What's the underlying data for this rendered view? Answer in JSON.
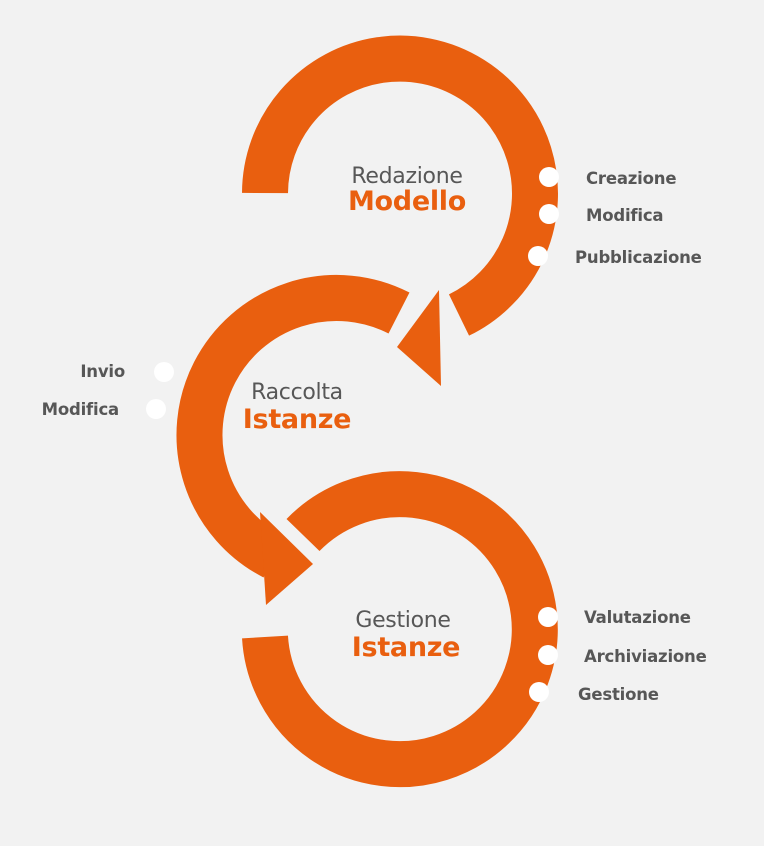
{
  "colors": {
    "background": "#f2f2f2",
    "accent": "#e95f0f",
    "text": "#575757",
    "dot": "#ffffff"
  },
  "stages": [
    {
      "title": "Redazione",
      "subtitle": "Modello",
      "items": [
        "Creazione",
        "Modifica",
        "Pubblicazione"
      ]
    },
    {
      "title": "Raccolta",
      "subtitle": "Istanze",
      "items": [
        "Invio",
        "Modifica"
      ]
    },
    {
      "title": "Gestione",
      "subtitle": "Istanze",
      "items": [
        "Valutazione",
        "Archiviazione",
        "Gestione"
      ]
    }
  ]
}
